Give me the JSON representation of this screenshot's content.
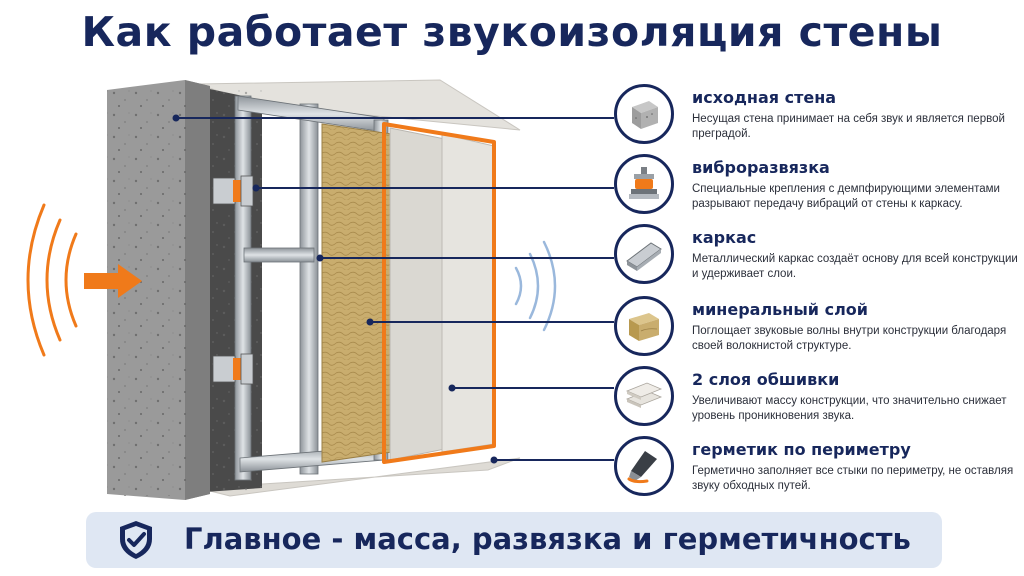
{
  "title": "Как работает звукоизоляция стены",
  "items": [
    {
      "title": "исходная стена",
      "desc": "Несущая стена принимает на себя звук и является первой преградой.",
      "icon": "concrete-block-icon"
    },
    {
      "title": "виброразвязка",
      "desc": "Специальные крепления с демпфирующими элементами разрывают передачу вибраций от стены к каркасу.",
      "icon": "vibration-mount-icon"
    },
    {
      "title": "каркас",
      "desc": "Металлический каркас создаёт основу для всей конструкции и удерживает слои.",
      "icon": "metal-profile-icon"
    },
    {
      "title": "минеральный слой",
      "desc": "Поглощает звуковые волны внутри конструкции благодаря своей волокнистой структуре.",
      "icon": "mineral-wool-icon"
    },
    {
      "title": "2 слоя обшивки",
      "desc": "Увеличивают массу конструкции, что значительно снижает уровень проникновения звука.",
      "icon": "board-layers-icon"
    },
    {
      "title": "герметик по периметру",
      "desc": "Герметично заполняет все стыки по периметру, не оставляя звуку обходных путей.",
      "icon": "sealant-tube-icon"
    }
  ],
  "banner": {
    "text": "Главное - масса, развязка и герметичность",
    "icon": "shield-check-icon"
  },
  "colors": {
    "navy": "#17275c",
    "orange": "#f07a1a",
    "wave_blue": "#9ab8dc",
    "banner_bg": "#dfe7f3"
  }
}
